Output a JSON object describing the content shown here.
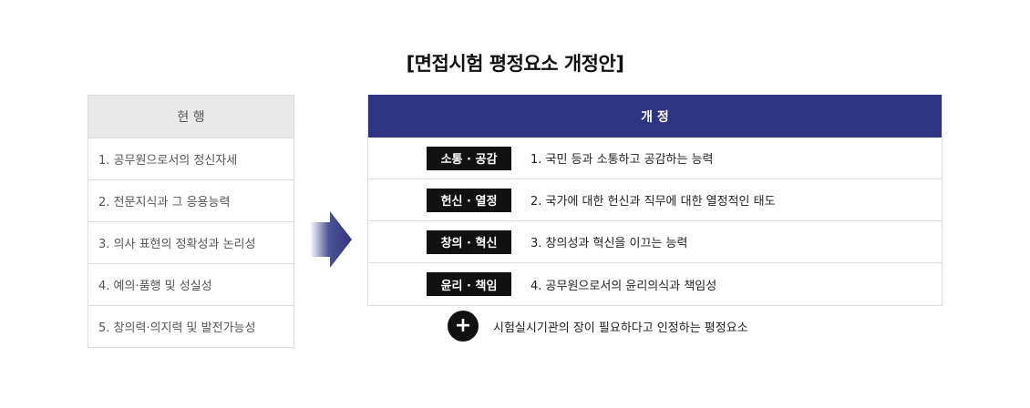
{
  "title": "[면접시험 평정요소 개정안]",
  "current": {
    "header": "현 행",
    "items": [
      "1. 공무원으로서의 정신자세",
      "2. 전문지식과 그 응용능력",
      "3. 의사 표현의 정확성과 논리성",
      "4. 예의·품행 및 성실성",
      "5. 창의력·의지력 및 발전가능성"
    ]
  },
  "revised": {
    "header": "개 정",
    "rows": [
      {
        "badge": "소통 · 공감",
        "text": "1. 국민 등과 소통하고 공감하는 능력"
      },
      {
        "badge": "헌신 · 열정",
        "text": "2. 국가에 대한 헌신과 직무에 대한 열정적인 태도"
      },
      {
        "badge": "창의 · 혁신",
        "text": "3. 창의성과 혁신을 이끄는 능력"
      },
      {
        "badge": "윤리 · 책임",
        "text": "4. 공무원으로서의 윤리의식과 책임성"
      }
    ]
  },
  "addition": {
    "icon": "plus-icon",
    "symbol": "+",
    "text": "시험실시기관의 장이 필요하다고 인정하는 평정요소"
  },
  "colors": {
    "header_navy": "#2f3482",
    "header_gray": "#e9e9e9",
    "badge_bg": "#111111"
  }
}
